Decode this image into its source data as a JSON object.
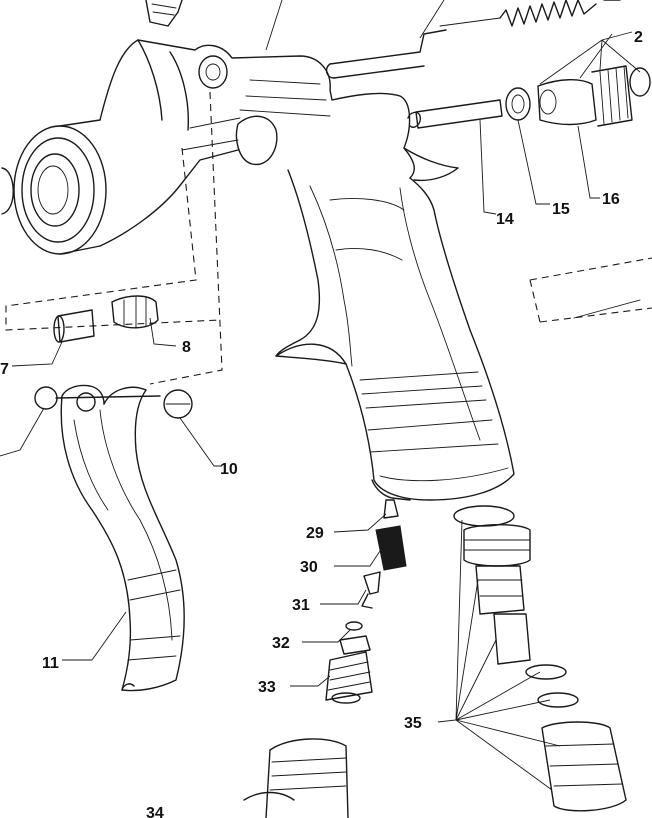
{
  "part_labels": {
    "p2": "2",
    "p14": "14",
    "p15": "15",
    "p16": "16",
    "p7": "7",
    "p8": "8",
    "p10": "10",
    "p11": "11",
    "p29": "29",
    "p30": "30",
    "p31": "31",
    "p32": "32",
    "p33": "33",
    "p34": "34",
    "p35": "35"
  }
}
